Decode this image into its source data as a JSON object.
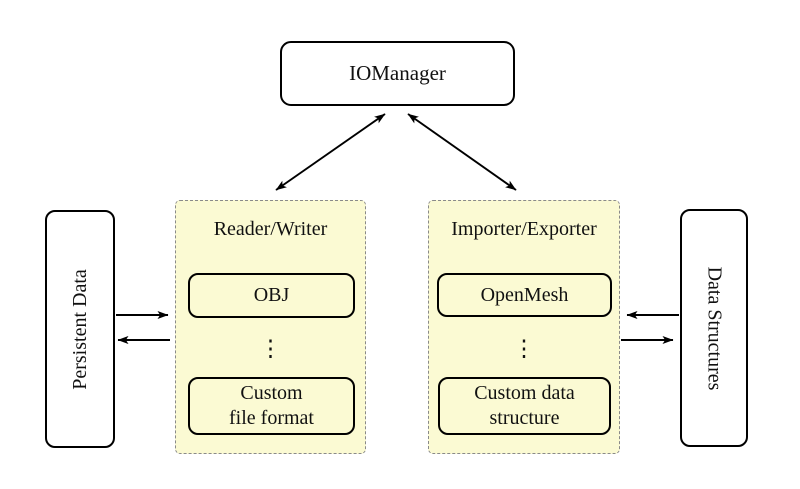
{
  "iomanager": {
    "label": "IOManager"
  },
  "reader_writer": {
    "title": "Reader/Writer",
    "format_box": {
      "label": "OBJ"
    },
    "custom_box": {
      "line1": "Custom",
      "line2": "file format"
    },
    "ellipsis": "⋮"
  },
  "importer_exporter": {
    "title": "Importer/Exporter",
    "format_box": {
      "label": "OpenMesh"
    },
    "custom_box": {
      "line1": "Custom data",
      "line2": "structure"
    },
    "ellipsis": "⋮"
  },
  "persistent_data": {
    "label": "Persistent Data"
  },
  "data_structures": {
    "label": "Data Structures"
  },
  "colors": {
    "background": "#FFFFFF",
    "group_fill": "#FBFAD3",
    "group_border": "#8A8A8A",
    "node_border": "#000000",
    "arrow": "#000000"
  }
}
